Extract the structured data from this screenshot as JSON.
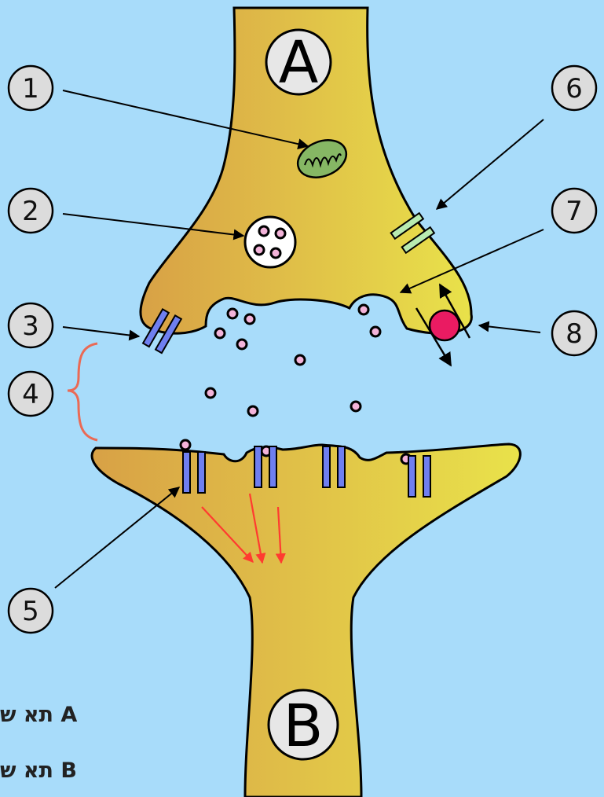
{
  "diagram": {
    "cell_labels": {
      "a": "A",
      "b": "B"
    },
    "callouts": [
      {
        "label": "1"
      },
      {
        "label": "2"
      },
      {
        "label": "3"
      },
      {
        "label": "4"
      },
      {
        "label": "5"
      },
      {
        "label": "6"
      },
      {
        "label": "7"
      },
      {
        "label": "8"
      }
    ],
    "legend": [
      {
        "letter": "A",
        "text": "תא ש"
      },
      {
        "letter": "B",
        "text": "תא ש"
      }
    ]
  },
  "colors": {
    "background": "#a8dcfa",
    "cell_fill_light": "#e9e24a",
    "cell_fill_dark": "#d8a146",
    "outline": "#000000",
    "vesicle": "#f3b3d9",
    "receptor_blue": "#6f7ff0",
    "receptor_green": "#b8ebb0",
    "transporter": "#ea1b62",
    "signal_arrow": "#ff3b30",
    "brace": "#ea6a55"
  }
}
